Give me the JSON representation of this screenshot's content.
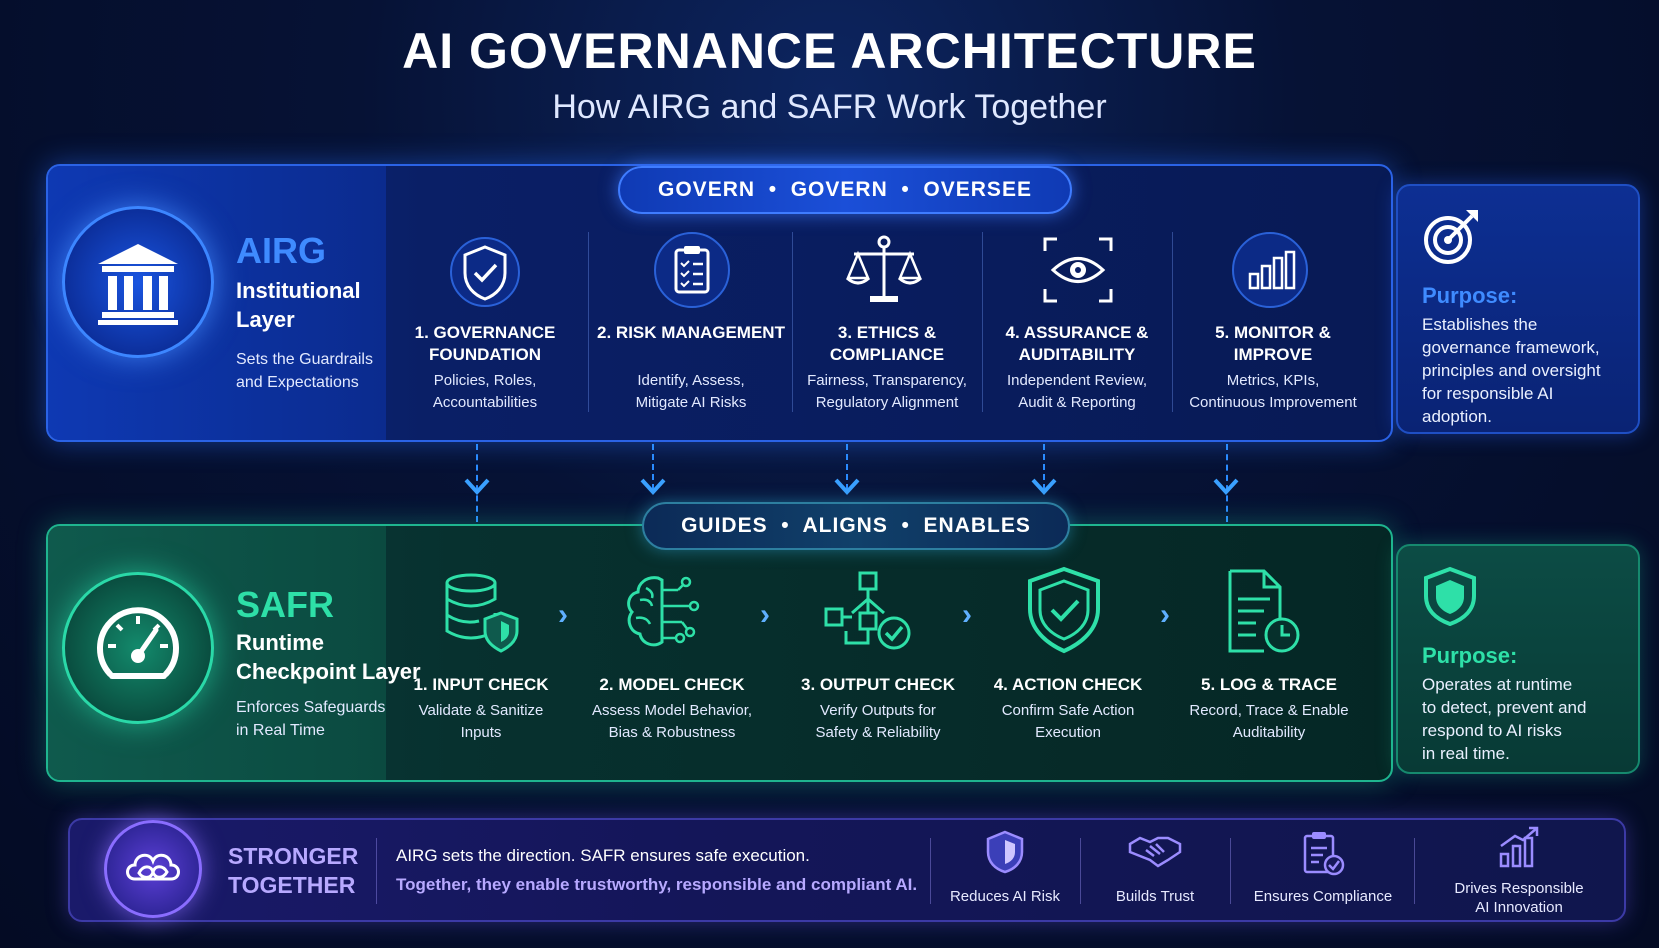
{
  "header": {
    "title": "AI GOVERNANCE ARCHITECTURE",
    "subtitle": "How AIRG and SAFR Work Together"
  },
  "airg": {
    "name": "AIRG",
    "type_line1": "Institutional",
    "type_line2": "Layer",
    "desc_line1": "Sets the Guardrails",
    "desc_line2": "and Expectations",
    "pill": "GOVERN  •  GOVERN  •  OVERSEE",
    "pillars": [
      {
        "title1": "1. GOVERNANCE",
        "title2": "FOUNDATION",
        "desc1": "Policies, Roles,",
        "desc2": "Accountabilities",
        "icon": "shield-check-icon"
      },
      {
        "title1": "2. RISK MANAGEMENT",
        "title2": "",
        "desc1": "Identify, Assess,",
        "desc2": "Mitigate AI Risks",
        "icon": "clipboard-checklist-icon"
      },
      {
        "title1": "3. ETHICS &",
        "title2": "COMPLIANCE",
        "desc1": "Fairness, Transparency,",
        "desc2": "Regulatory Alignment",
        "icon": "scales-icon"
      },
      {
        "title1": "4. ASSURANCE &",
        "title2": "AUDITABILITY",
        "desc1": "Independent Review,",
        "desc2": "Audit & Reporting",
        "icon": "eye-scan-icon"
      },
      {
        "title1": "5. MONITOR &",
        "title2": "IMPROVE",
        "desc1": "Metrics, KPIs,",
        "desc2": "Continuous Improvement",
        "icon": "bar-chart-icon"
      }
    ],
    "purpose": {
      "heading": "Purpose:",
      "line1": "Establishes the",
      "line2": "governance framework,",
      "line3": "principles and oversight",
      "line4": "for responsible AI",
      "line5": "adoption.",
      "icon": "target-icon"
    }
  },
  "safr": {
    "name": "SAFR",
    "type_line1": "Runtime",
    "type_line2": "Checkpoint Layer",
    "desc_line1": "Enforces Safeguards",
    "desc_line2": "in Real Time",
    "pill": "GUIDES  •  ALIGNS  •  ENABLES",
    "checks": [
      {
        "title": "1. INPUT CHECK",
        "desc1": "Validate & Sanitize",
        "desc2": "Inputs",
        "icon": "database-shield-icon"
      },
      {
        "title": "2. MODEL CHECK",
        "desc1": "Assess Model Behavior,",
        "desc2": "Bias & Robustness",
        "icon": "brain-circuit-icon"
      },
      {
        "title": "3. OUTPUT CHECK",
        "desc1": "Verify Outputs for",
        "desc2": "Safety & Reliability",
        "icon": "flow-check-icon"
      },
      {
        "title": "4. ACTION CHECK",
        "desc1": "Confirm Safe Action",
        "desc2": "Execution",
        "icon": "shield-check-icon"
      },
      {
        "title": "5. LOG & TRACE",
        "desc1": "Record, Trace & Enable",
        "desc2": "Auditability",
        "icon": "document-clock-icon"
      }
    ],
    "purpose": {
      "heading": "Purpose:",
      "line1": "Operates at runtime",
      "line2": "to detect, prevent and",
      "line3": "respond to AI risks",
      "line4": "in real time.",
      "icon": "shield-icon"
    }
  },
  "bottom": {
    "title1": "STRONGER",
    "title2": "TOGETHER",
    "line1": "AIRG sets the direction. SAFR ensures safe execution.",
    "line2": "Together, they enable trustworthy, responsible and compliant AI.",
    "benefits": [
      {
        "label1": "Reduces AI Risk",
        "label2": "",
        "icon": "shield-icon"
      },
      {
        "label1": "Builds Trust",
        "label2": "",
        "icon": "handshake-icon"
      },
      {
        "label1": "Ensures Compliance",
        "label2": "",
        "icon": "clipboard-check-icon"
      },
      {
        "label1": "Drives Responsible",
        "label2": "AI Innovation",
        "icon": "growth-chart-icon"
      }
    ]
  },
  "colors": {
    "airg_accent": "#3f8bff",
    "safr_accent": "#2ee0a8",
    "together_accent": "#b7a9ff"
  }
}
